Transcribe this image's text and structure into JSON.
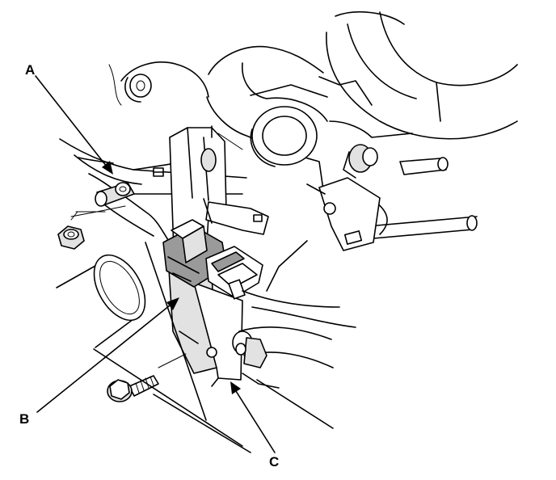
{
  "callouts": {
    "a": "A",
    "b": "B",
    "c": "C"
  },
  "icons": [
    "nut-icon",
    "flange-bolt-icon",
    "connector-icon",
    "bracket-icon"
  ],
  "colors": {
    "line": "#000000",
    "background": "#ffffff",
    "shade": "#e2e2e2"
  }
}
